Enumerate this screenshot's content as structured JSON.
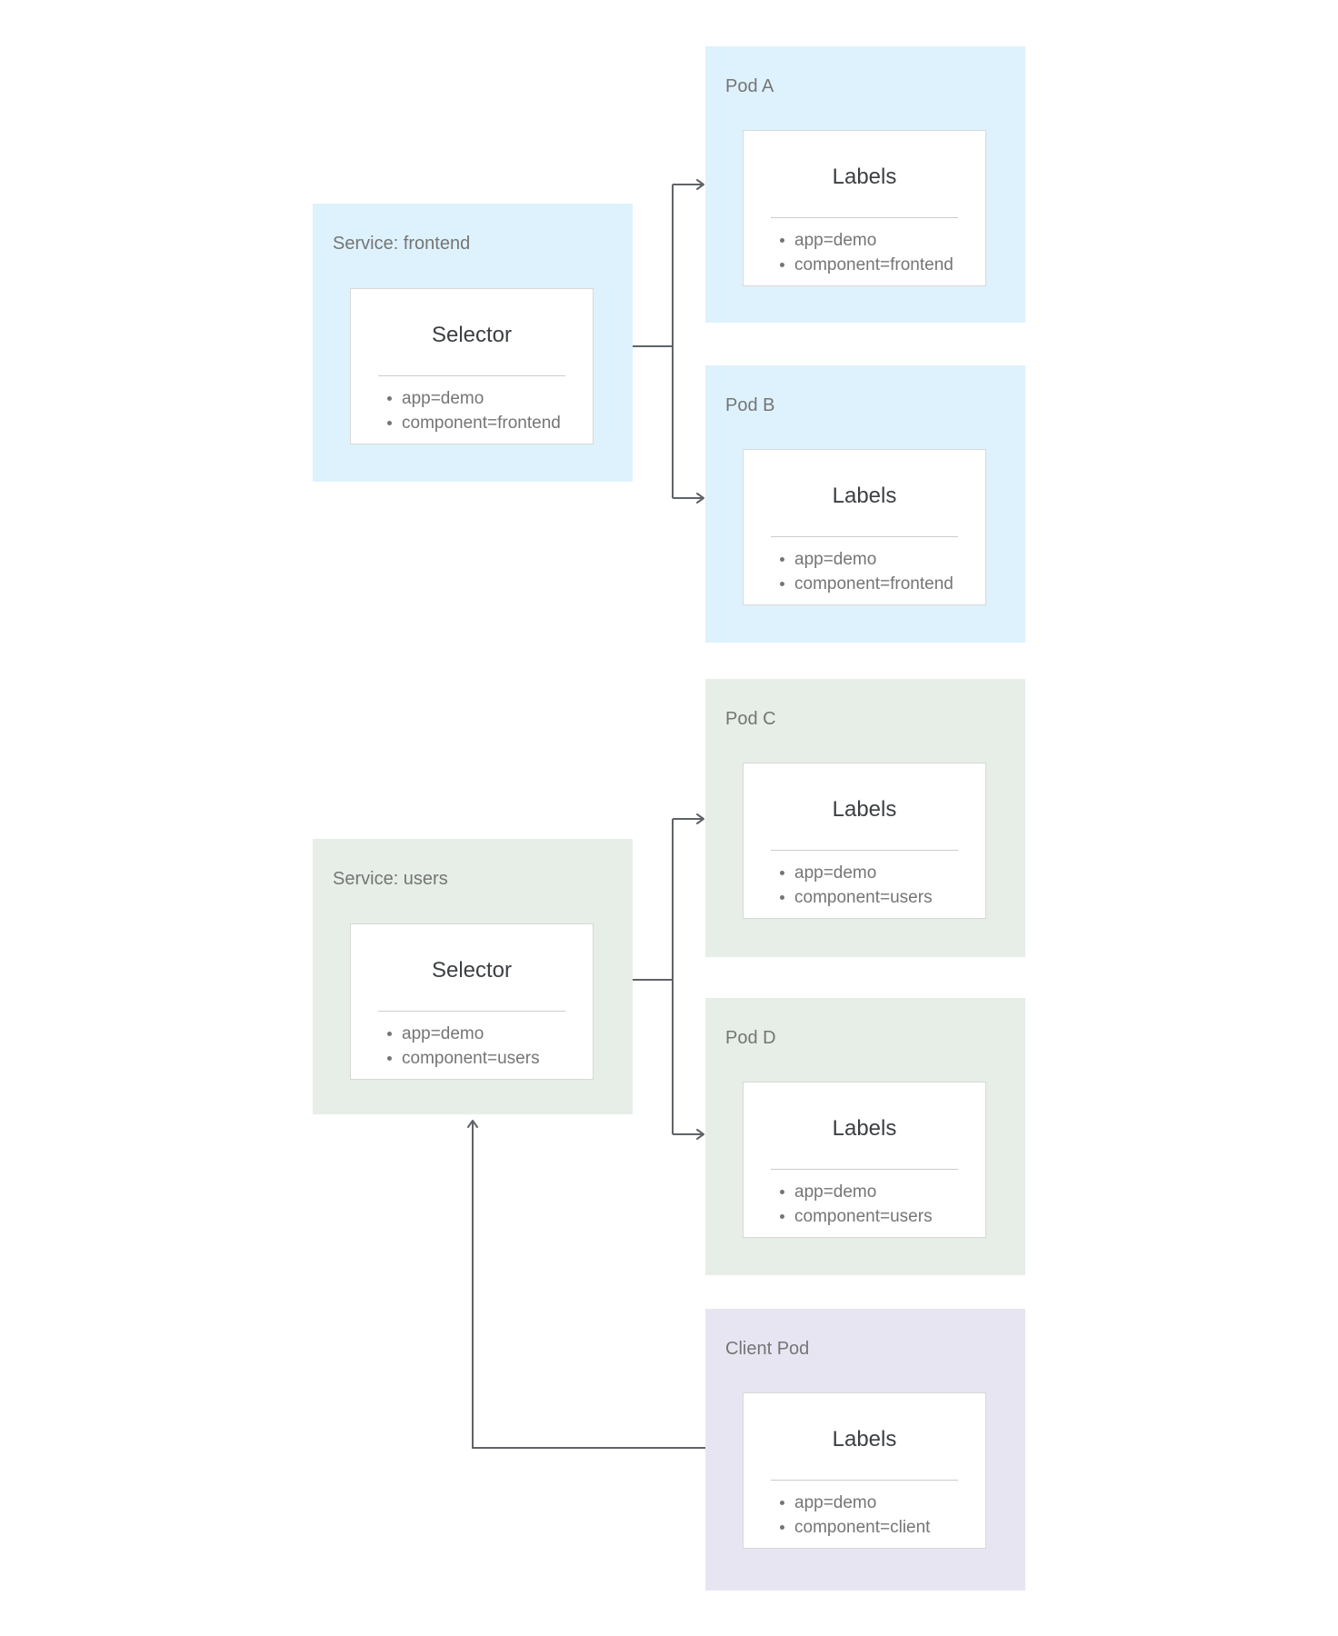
{
  "colors": {
    "frontend_group_bg": "#def2fd",
    "users_group_bg": "#e6eee7",
    "client_pod_bg": "#e8e5f3",
    "card_bg": "#ffffff",
    "card_border": "#d8d8d8",
    "divider": "#cccccc",
    "title_text": "#757575",
    "heading_text": "#3c4043",
    "item_text": "#757575",
    "arrow": "#5f6368"
  },
  "nodes": {
    "service_frontend": {
      "title": "Service: frontend",
      "card_heading": "Selector",
      "items": [
        "app=demo",
        "component=frontend"
      ]
    },
    "pod_a": {
      "title": "Pod A",
      "card_heading": "Labels",
      "items": [
        "app=demo",
        "component=frontend"
      ]
    },
    "pod_b": {
      "title": "Pod B",
      "card_heading": "Labels",
      "items": [
        "app=demo",
        "component=frontend"
      ]
    },
    "pod_c": {
      "title": "Pod C",
      "card_heading": "Labels",
      "items": [
        "app=demo",
        "component=users"
      ]
    },
    "service_users": {
      "title": "Service: users",
      "card_heading": "Selector",
      "items": [
        "app=demo",
        "component=users"
      ]
    },
    "pod_d": {
      "title": "Pod D",
      "card_heading": "Labels",
      "items": [
        "app=demo",
        "component=users"
      ]
    },
    "client_pod": {
      "title": "Client Pod",
      "card_heading": "Labels",
      "items": [
        "app=demo",
        "component=client"
      ]
    }
  },
  "connections": [
    {
      "from": "Service: frontend",
      "to": "Pod A"
    },
    {
      "from": "Service: frontend",
      "to": "Pod B"
    },
    {
      "from": "Service: users",
      "to": "Pod C"
    },
    {
      "from": "Service: users",
      "to": "Pod D"
    },
    {
      "from": "Client Pod",
      "to": "Service: users"
    }
  ]
}
